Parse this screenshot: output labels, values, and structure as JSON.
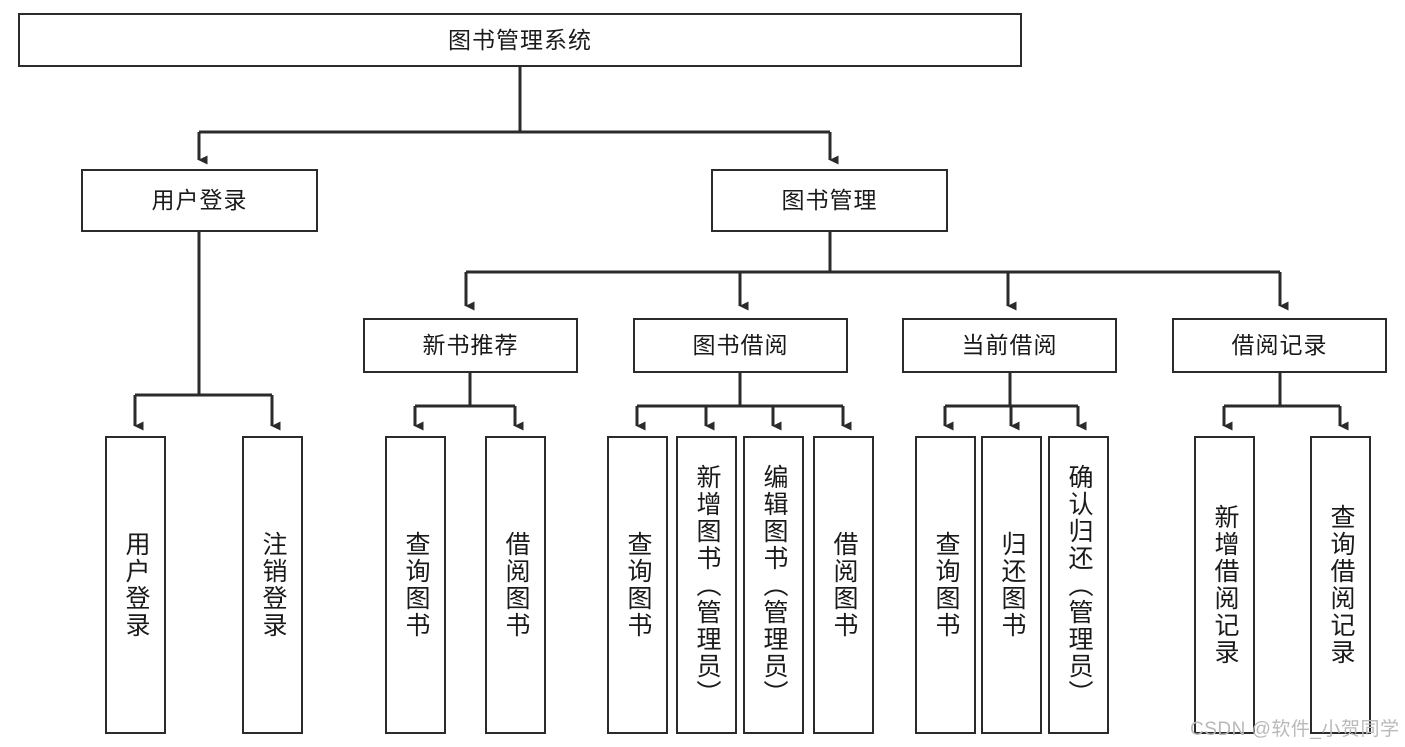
{
  "diagram": {
    "title": "图书管理系统",
    "type": "tree-hierarchy-chart",
    "colors": {
      "box_border": "#2b2b2b",
      "box_fill": "#ffffff",
      "edge": "#2b2b2b",
      "text": "#1a1a1a",
      "watermark": "#b9b9b9",
      "background": "#ffffff"
    },
    "root": {
      "id": "root",
      "label": "图书管理系统"
    },
    "level2": [
      {
        "id": "user-login",
        "label": "用户登录"
      },
      {
        "id": "book-management",
        "label": "图书管理"
      }
    ],
    "level3": [
      {
        "id": "new-book-recommend",
        "label": "新书推荐",
        "parent": "book-management"
      },
      {
        "id": "book-borrow",
        "label": "图书借阅",
        "parent": "book-management"
      },
      {
        "id": "current-borrow",
        "label": "当前借阅",
        "parent": "book-management"
      },
      {
        "id": "borrow-record",
        "label": "借阅记录",
        "parent": "book-management"
      }
    ],
    "leaves": [
      {
        "id": "leaf-user-login",
        "label": "用户登录",
        "parent": "user-login"
      },
      {
        "id": "leaf-logout-login",
        "label": "注销登录",
        "parent": "user-login"
      },
      {
        "id": "leaf-query-book-1",
        "label": "查询图书",
        "parent": "new-book-recommend"
      },
      {
        "id": "leaf-borrow-book-1",
        "label": "借阅图书",
        "parent": "new-book-recommend"
      },
      {
        "id": "leaf-query-book-2",
        "label": "查询图书",
        "parent": "book-borrow"
      },
      {
        "id": "leaf-add-book",
        "label": "新增图书（管理员）",
        "parent": "book-borrow"
      },
      {
        "id": "leaf-edit-book",
        "label": "编辑图书（管理员）",
        "parent": "book-borrow"
      },
      {
        "id": "leaf-borrow-book-2",
        "label": "借阅图书",
        "parent": "book-borrow"
      },
      {
        "id": "leaf-query-book-3",
        "label": "查询图书",
        "parent": "current-borrow"
      },
      {
        "id": "leaf-return-book",
        "label": "归还图书",
        "parent": "current-borrow"
      },
      {
        "id": "leaf-confirm-return",
        "label": "确认归还（管理员）",
        "parent": "current-borrow"
      },
      {
        "id": "leaf-add-record",
        "label": "新增借阅记录",
        "parent": "borrow-record"
      },
      {
        "id": "leaf-query-record",
        "label": "查询借阅记录",
        "parent": "borrow-record"
      }
    ],
    "watermark": "CSDN @软件_小贺同学"
  }
}
